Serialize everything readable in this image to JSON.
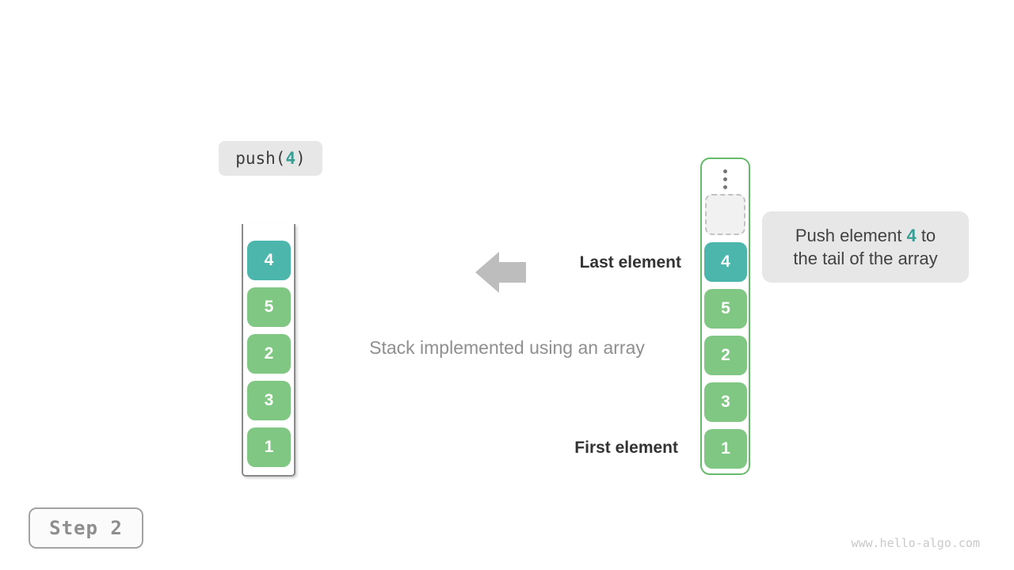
{
  "push_badge": {
    "prefix": "push(",
    "value": "4",
    "suffix": ")"
  },
  "stacks": {
    "left": {
      "cells": [
        {
          "value": "4",
          "highlight": true
        },
        {
          "value": "5",
          "highlight": false
        },
        {
          "value": "2",
          "highlight": false
        },
        {
          "value": "3",
          "highlight": false
        },
        {
          "value": "1",
          "highlight": false
        }
      ]
    },
    "right": {
      "has_ellipsis": true,
      "has_empty_slot": true,
      "cells": [
        {
          "value": "4",
          "highlight": true
        },
        {
          "value": "5",
          "highlight": false
        },
        {
          "value": "2",
          "highlight": false
        },
        {
          "value": "3",
          "highlight": false
        },
        {
          "value": "1",
          "highlight": false
        }
      ]
    }
  },
  "labels": {
    "last_element": "Last element",
    "first_element": "First element"
  },
  "caption": "Stack implemented using an array",
  "callout": {
    "line1_prefix": "Push element ",
    "value": "4",
    "line1_suffix": " to",
    "line2": "the tail of the array"
  },
  "step_label": "Step 2",
  "watermark": "www.hello-algo.com",
  "colors": {
    "teal": "#4db6ac",
    "teal_text": "#359f96",
    "green": "#81c784",
    "green_border": "#66bb6a",
    "arrow_gray": "#bdbdbd",
    "badge_bg": "#e7e7e7",
    "muted_gray": "#8f8f8f",
    "watermark_gray": "#c9c9c9"
  }
}
